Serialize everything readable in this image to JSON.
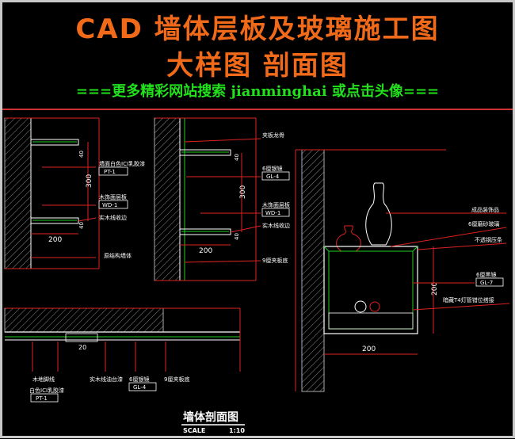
{
  "header": {
    "title_line1": "CAD  墙体层板及玻璃施工图",
    "title_line2": "大样图    剖面图",
    "promo": "===更多精彩网站搜索 jianminghai 或点击头像==="
  },
  "detail_a": {
    "labels": [
      "墙面白色ICI乳胶漆",
      "木饰面层板",
      "实木线收边",
      "原结构墙体"
    ],
    "codes": [
      "PT-1",
      "WD-1"
    ],
    "dims": [
      "300",
      "200",
      "40",
      "40"
    ]
  },
  "detail_b": {
    "labels": [
      "夹板龙骨",
      "6厘银镜",
      "木饰面层板",
      "实木线收边",
      "9厘夹板底"
    ],
    "codes": [
      "GL-4",
      "WD-1"
    ],
    "dims": [
      "300",
      "200",
      "40",
      "40"
    ]
  },
  "detail_c": {
    "labels": [
      "成品装饰品",
      "6厘磨砂玻璃",
      "不透钢压条",
      "6厘黑镜",
      "暗藏T4灯管错位搭接"
    ],
    "codes": [
      "GL-7"
    ],
    "dims": [
      "200",
      "200"
    ]
  },
  "detail_d": {
    "labels": [
      "木地脚线",
      "白色ICI乳胶漆",
      "实木线油台漆",
      "6厘银镜",
      "9厘夹板底"
    ],
    "codes": [
      "PT-1",
      "GL-4"
    ],
    "dims": [
      "20"
    ]
  },
  "caption": {
    "title": "墙体剖面图",
    "scale_label": "SCALE",
    "scale_value": "1:10"
  },
  "colors": {
    "title": "#f06a1a",
    "promo": "#22e01c",
    "line_red": "#d22",
    "line_green": "#2c2",
    "text": "#ffffff",
    "hatch": "#9a9a9a"
  }
}
